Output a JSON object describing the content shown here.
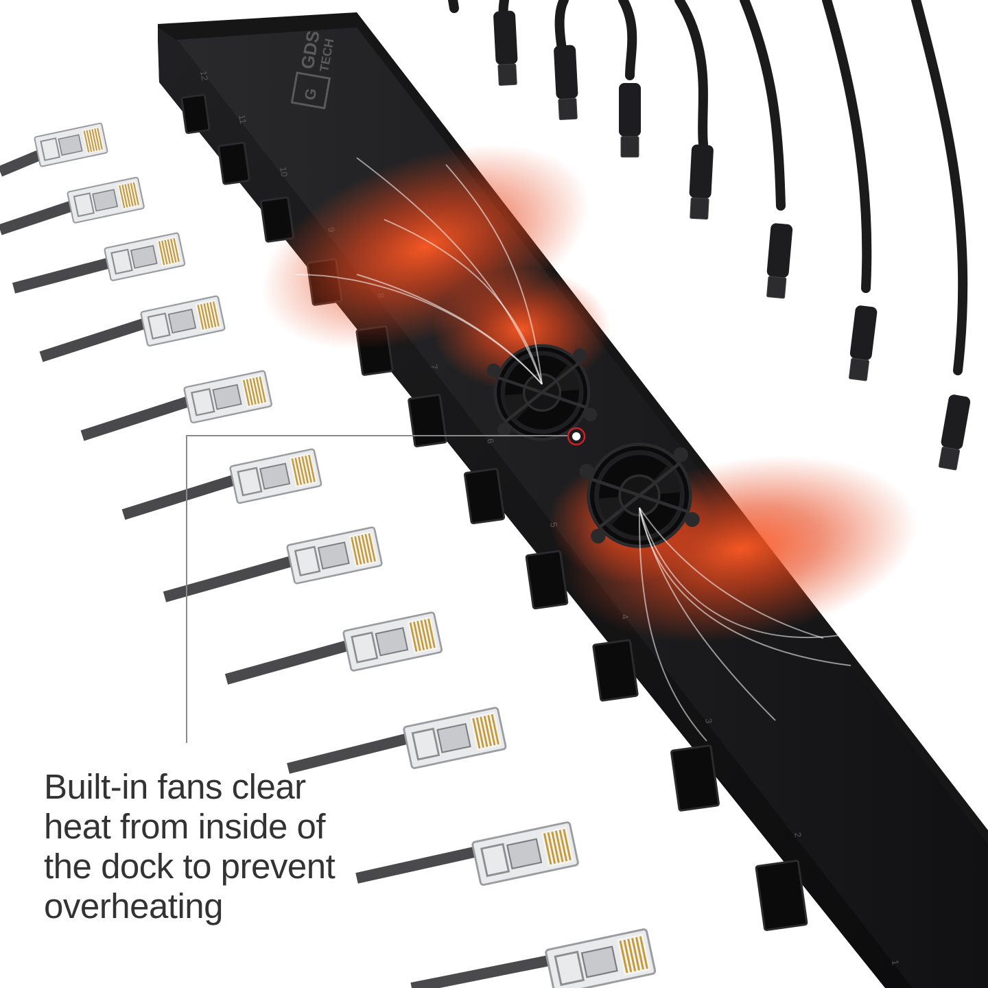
{
  "brand": {
    "logo_text": "GDS TECH",
    "logo_line1": "GDS",
    "logo_line2": "TECH"
  },
  "callout": {
    "lines": [
      "Built-in fans clear",
      "heat from inside of",
      "the dock to prevent",
      "overheating"
    ]
  },
  "port_numbers": [
    "12",
    "11",
    "10",
    "9",
    "8",
    "7",
    "6",
    "5",
    "4",
    "3",
    "2",
    "1"
  ],
  "colors": {
    "dock": "#1c1c1e",
    "heat": "#e8461c",
    "callout_marker": "#d0202a",
    "leader_line": "#8a8a8a",
    "caption_text": "#333333"
  },
  "icons": [
    "fan-icon",
    "heat-glow",
    "rj45-connector-icon",
    "usb-cable-icon"
  ]
}
